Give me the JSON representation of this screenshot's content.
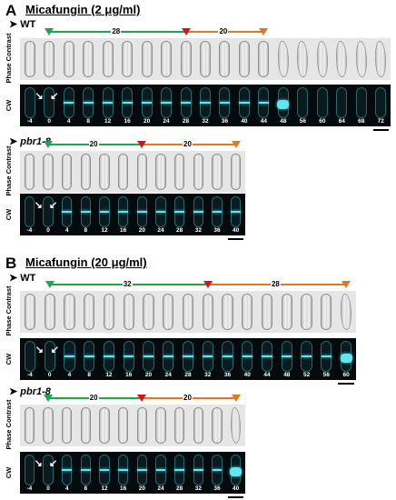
{
  "panels": [
    {
      "letter": "A",
      "title": "Micafungin (2 μg/ml)",
      "strains": [
        {
          "name": "WT",
          "italic": false,
          "span1": "28",
          "span2": "20",
          "row_labels": {
            "phase": "Phase Contrast",
            "cw": "CW"
          },
          "timepoints": [
            "-4",
            "0",
            "4",
            "8",
            "12",
            "16",
            "20",
            "24",
            "28",
            "32",
            "36",
            "40",
            "44",
            "48",
            "56",
            "60",
            "64",
            "68",
            "72"
          ],
          "lysed_from": 13
        },
        {
          "name": "pbr1-8",
          "italic": true,
          "span1": "20",
          "span2": "20",
          "row_labels": {
            "phase": "Phase Contrast",
            "cw": "CW"
          },
          "timepoints": [
            "-4",
            "0",
            "4",
            "8",
            "12",
            "16",
            "20",
            "24",
            "28",
            "32",
            "36",
            "40"
          ],
          "lysed_from": 99
        }
      ]
    },
    {
      "letter": "B",
      "title": "Micafungin (20 μg/ml)",
      "strains": [
        {
          "name": "WT",
          "italic": false,
          "span1": "32",
          "span2": "28",
          "row_labels": {
            "phase": "Phase Contrast",
            "cw": "CW"
          },
          "timepoints": [
            "-4",
            "0",
            "4",
            "8",
            "12",
            "16",
            "20",
            "24",
            "28",
            "32",
            "36",
            "40",
            "44",
            "48",
            "52",
            "56",
            "60"
          ],
          "lysed_from": 16
        },
        {
          "name": "pbr1-8",
          "italic": true,
          "span1": "20",
          "span2": "20",
          "row_labels": {
            "phase": "Phase Contrast",
            "cw": "CW"
          },
          "timepoints": [
            "-4",
            "0",
            "4",
            "8",
            "12",
            "16",
            "20",
            "24",
            "28",
            "32",
            "36",
            "40"
          ],
          "lysed_from": 11
        }
      ]
    }
  ],
  "colors": {
    "green": "#1aa84a",
    "red": "#d4141b",
    "orange": "#e0781e",
    "cw_signal": "#5fe6ef"
  }
}
